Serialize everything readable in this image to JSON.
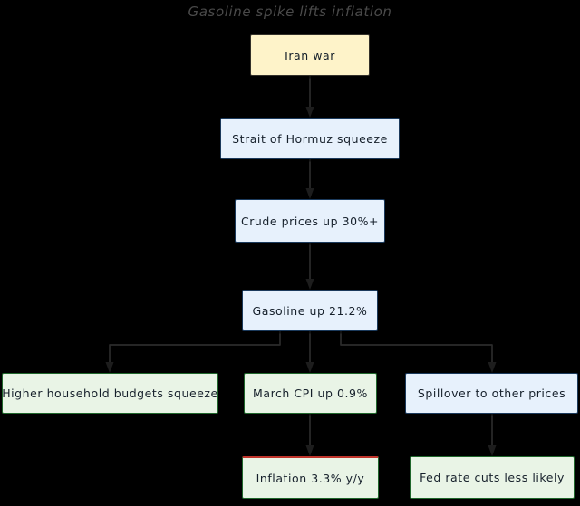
{
  "diagram": {
    "title": "Gasoline spike lifts inflation",
    "type": "flowchart",
    "direction": "top-down",
    "background_color": "#000000",
    "title_color": "#4a4a4a",
    "nodes": [
      {
        "id": "iran-war",
        "label": "Iran war",
        "theme": "cream",
        "fill_color": "#FEF3C9",
        "border_color": "#33302a"
      },
      {
        "id": "hormuz",
        "label": "Strait of Hormuz squeeze",
        "theme": "blue",
        "fill_color": "#E7F1FC",
        "border_color": "#1b3a5c"
      },
      {
        "id": "crude",
        "label": "Crude prices up 30%+",
        "theme": "blue",
        "fill_color": "#E7F1FC",
        "border_color": "#1b3a5c"
      },
      {
        "id": "gasoline",
        "label": "Gasoline up 21.2%",
        "theme": "blue",
        "fill_color": "#E7F1FC",
        "border_color": "#1b3a5c"
      },
      {
        "id": "household",
        "label": "Higher household budgets squeeze",
        "theme": "green",
        "fill_color": "#E9F4E6",
        "border_color": "#20672c"
      },
      {
        "id": "cpi",
        "label": "March CPI up 0.9%",
        "theme": "green",
        "fill_color": "#E9F4E6",
        "border_color": "#20672c"
      },
      {
        "id": "spillover",
        "label": "Spillover to other prices",
        "theme": "blue",
        "fill_color": "#E7F1FC",
        "border_color": "#1b3a5c"
      },
      {
        "id": "inflation",
        "label": "Inflation 3.3% y/y",
        "theme": "green-red-top",
        "fill_color": "#E9F4E6",
        "border_color": "#20672c",
        "accent_color": "#c0342b"
      },
      {
        "id": "fed",
        "label": "Fed rate cuts less likely",
        "theme": "green",
        "fill_color": "#E9F4E6",
        "border_color": "#20672c"
      }
    ],
    "edges": [
      {
        "from": "iran-war",
        "to": "hormuz"
      },
      {
        "from": "hormuz",
        "to": "crude"
      },
      {
        "from": "crude",
        "to": "gasoline"
      },
      {
        "from": "gasoline",
        "to": "household"
      },
      {
        "from": "gasoline",
        "to": "cpi"
      },
      {
        "from": "gasoline",
        "to": "spillover"
      },
      {
        "from": "cpi",
        "to": "inflation"
      },
      {
        "from": "spillover",
        "to": "fed"
      }
    ]
  }
}
